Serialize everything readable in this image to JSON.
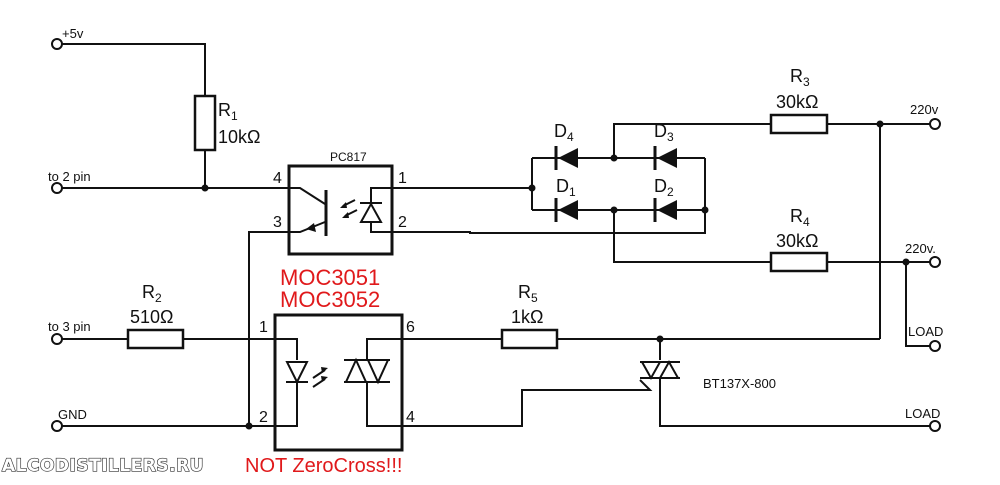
{
  "terminals": {
    "plus5v": "+5v",
    "to2pin": "to 2 pin",
    "to3pin": "to 3 pin",
    "gnd": "GND",
    "ac1": "220v",
    "ac2": "220v.",
    "load1": "LOAD",
    "load2": "LOAD"
  },
  "resistors": {
    "r1": {
      "name": "R",
      "sub": "1",
      "value": "10kΩ"
    },
    "r2": {
      "name": "R",
      "sub": "2",
      "value": "510Ω"
    },
    "r3": {
      "name": "R",
      "sub": "3",
      "value": "30kΩ"
    },
    "r4": {
      "name": "R",
      "sub": "4",
      "value": "30kΩ"
    },
    "r5": {
      "name": "R",
      "sub": "5",
      "value": "1kΩ"
    }
  },
  "diodes": {
    "d1": {
      "name": "D",
      "sub": "1"
    },
    "d2": {
      "name": "D",
      "sub": "2"
    },
    "d3": {
      "name": "D",
      "sub": "3"
    },
    "d4": {
      "name": "D",
      "sub": "4"
    }
  },
  "optocoupler": {
    "name": "PC817",
    "pins": {
      "p1": "1",
      "p2": "2",
      "p3": "3",
      "p4": "4"
    }
  },
  "optotriac": {
    "name1": "MOC3051",
    "name2": "MOC3052",
    "note": "NOT ZeroCross!!!",
    "pins": {
      "p1": "1",
      "p2": "2",
      "p4": "4",
      "p6": "6"
    }
  },
  "triac": {
    "name": "BT137X-800"
  },
  "watermark": "ALCODISTILLERS.RU",
  "colors": {
    "wire": "#111111",
    "accent": "#e0191b",
    "background": "#ffffff"
  }
}
